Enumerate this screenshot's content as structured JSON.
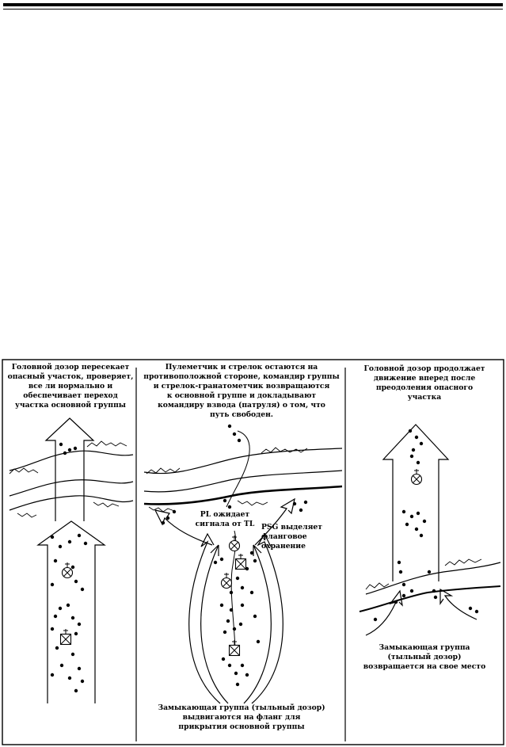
{
  "panels": [
    {
      "caption": "Головной дозор пересекает\nопасный участок, проверяет,\nвсе ли нормально и\nобеспечивает переход\nучастка основной группы"
    },
    {
      "caption": "Пулеметчик и стрелок остаются на\nпротивоположной стороне, командир группы\nи стрелок-гранатометчик  возвращаются\nк основной группе и докладывают\nкомандиру взвода (патруля) о том, что\nпуть свободен.",
      "label_pl": "PL ожидает\nсигнала от TL",
      "label_psg": "PSG выделяет\nфланговое\nохранение",
      "caption_bottom": "Замыкающая группа (тыльный дозор)\nвыдвигаются на фланг для\nприкрытия основной группы"
    },
    {
      "caption": "Головной дозор продолжает\nдвижение вперед после\nпреодоления опасного\nучастка",
      "caption_bottom": "Замыкающая группа\n(тыльный дозор)\nвозвращается на свое место"
    }
  ]
}
